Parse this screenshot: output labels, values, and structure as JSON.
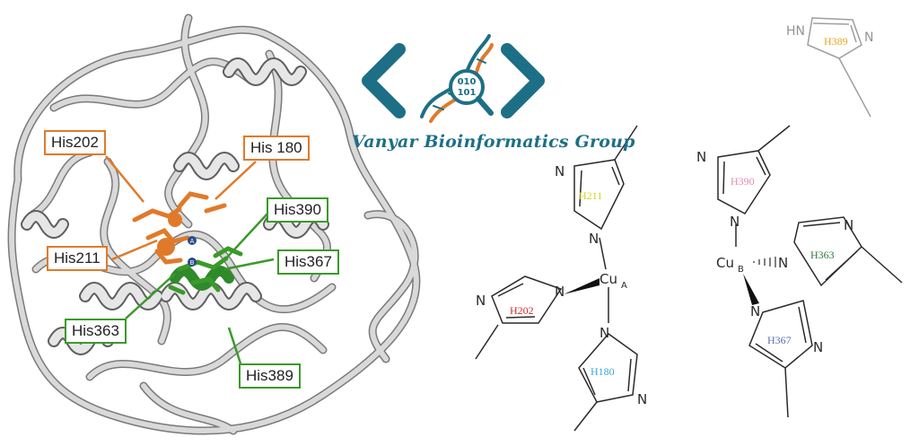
{
  "logo": {
    "name": "Vanyar Bioinformatics Group",
    "binary_top": "010",
    "binary_bottom": "101"
  },
  "protein_labels": {
    "his202": "His202",
    "his180": "His 180",
    "his390": "His390",
    "his211": "His211",
    "his367": "His367",
    "his363": "His363",
    "his389": "His389"
  },
  "metal_sites": {
    "a": "A",
    "b": "B"
  },
  "chemistry": {
    "copper": "Cu",
    "cu_a_sub": "A",
    "cu_b_sub": "B",
    "nitrogen": "N",
    "nh": "HN",
    "residues": {
      "h211": "H211",
      "h202": "H202",
      "h180": "H180",
      "h390": "H390",
      "h363": "H363",
      "h367": "H367",
      "h389": "H389"
    }
  },
  "colors": {
    "orange": "#e07a2a",
    "green": "#3a9a2a",
    "logo_teal": "#1d6f86",
    "h211": "#d7d21c",
    "h202": "#d62a2a",
    "h180": "#3aa5cf",
    "h390": "#e58ab0",
    "h363": "#2f7a3c",
    "h367": "#5a6fb3",
    "h389": "#e3a81c"
  }
}
